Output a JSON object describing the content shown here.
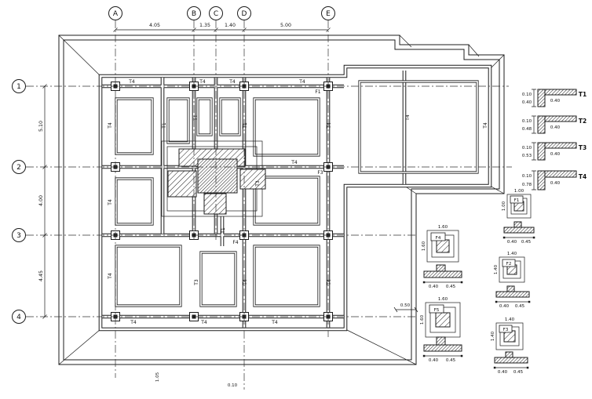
{
  "grid": {
    "cols": [
      "A",
      "B",
      "C",
      "D",
      "E"
    ],
    "rows": [
      "1",
      "2",
      "3",
      "4"
    ],
    "top_dims": [
      "4.05",
      "1.35",
      "1.40",
      "5.00"
    ],
    "left_dims": [
      "5.10",
      "4.00",
      "4.45"
    ],
    "right_dim": "0.50",
    "bottom_dims": [
      "1.05",
      "0.10"
    ]
  },
  "plan": {
    "labels": [
      "T4",
      "T4",
      "T4",
      "T4",
      "F1",
      "T4",
      "T4",
      "T4",
      "T4",
      "T1",
      "T1",
      "T1",
      "T4",
      "T3",
      "T4",
      "T4",
      "T4",
      "T4",
      "T4",
      "F4",
      "F3",
      "T4",
      "T1",
      "T3",
      "T4"
    ]
  },
  "t_sections": [
    {
      "label": "T1",
      "dim_a": "0.10",
      "dim_b": "0.40",
      "dim_c": "0.40"
    },
    {
      "label": "T2",
      "dim_a": "0.10",
      "dim_b": "0.48",
      "dim_c": "0.40"
    },
    {
      "label": "T3",
      "dim_a": "0.10",
      "dim_b": "0.53",
      "dim_c": "0.40"
    },
    {
      "label": "T4",
      "dim_a": "0.10",
      "dim_b": "0.78",
      "dim_c": "0.40"
    }
  ],
  "footings": [
    {
      "label": "F1",
      "plan_dim": "1.00",
      "side_dim": "1.00",
      "sec_a": "0.40",
      "sec_b": "0.45"
    },
    {
      "label": "F4",
      "plan_dim": "1.60",
      "side_dim": "1.60",
      "sec_a": "0.40",
      "sec_b": "0.45"
    },
    {
      "label": "F2",
      "plan_dim": "1.40",
      "side_dim": "1.40",
      "sec_a": "0.40",
      "sec_b": "0.45"
    },
    {
      "label": "F5",
      "plan_dim": "1.60",
      "side_dim": "1.60",
      "sec_a": "0.40",
      "sec_b": "0.45"
    },
    {
      "label": "F3",
      "plan_dim": "1.40",
      "side_dim": "1.40",
      "sec_a": "0.40",
      "sec_b": "0.45"
    }
  ]
}
